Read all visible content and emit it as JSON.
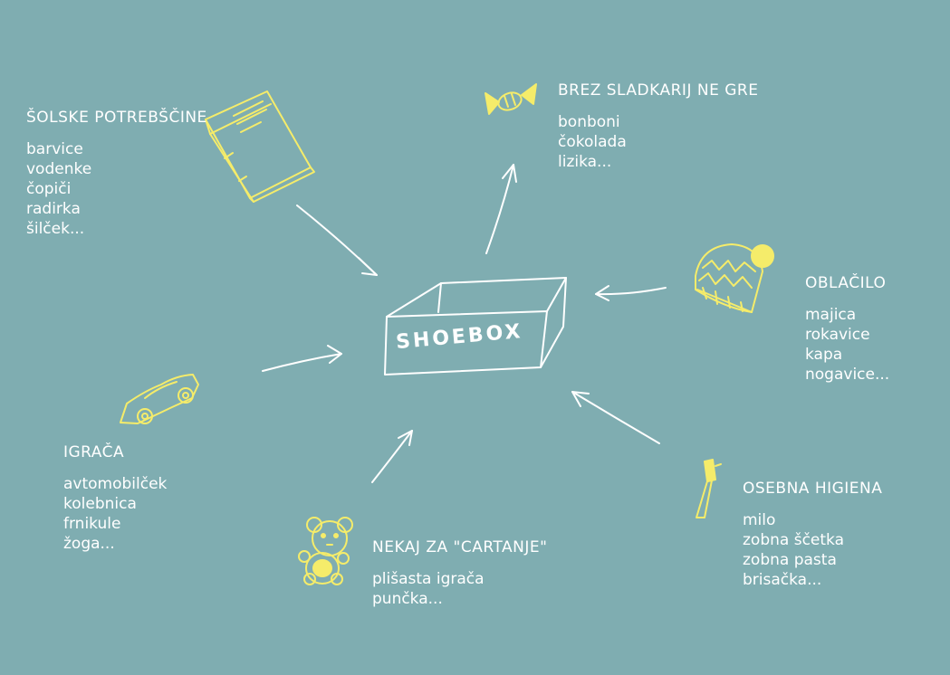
{
  "colors": {
    "background": "#7fadb1",
    "text": "#ffffff",
    "accent": "#f5ec6a"
  },
  "center": {
    "label": "SHOEBOX"
  },
  "groups": {
    "school": {
      "title": "ŠOLSKE POTREBŠČINE",
      "icon": "book-icon",
      "items": [
        "barvice",
        "vodenke",
        "čopiči",
        "radirka",
        "šilček..."
      ]
    },
    "sweets": {
      "title": "BREZ SLADKARIJ NE GRE",
      "icon": "candy-icon",
      "items": [
        "bonboni",
        "čokolada",
        "lizika..."
      ]
    },
    "clothing": {
      "title": "OBLAČILO",
      "icon": "beanie-hat-icon",
      "items": [
        "majica",
        "rokavice",
        "kapa",
        "nogavice..."
      ]
    },
    "toys": {
      "title": "IGRAČA",
      "icon": "toy-car-icon",
      "items": [
        "avtomobilček",
        "kolebnica",
        "frnikule",
        "žoga..."
      ]
    },
    "cuddle": {
      "title": "NEKAJ ZA \"CARTANJE\"",
      "icon": "teddy-bear-icon",
      "items": [
        "plišasta igrača",
        "punčka..."
      ]
    },
    "hygiene": {
      "title": "OSEBNA HIGIENA",
      "icon": "toothbrush-icon",
      "items": [
        "milo",
        "zobna ščetka",
        "zobna pasta",
        "brisačka..."
      ]
    }
  }
}
